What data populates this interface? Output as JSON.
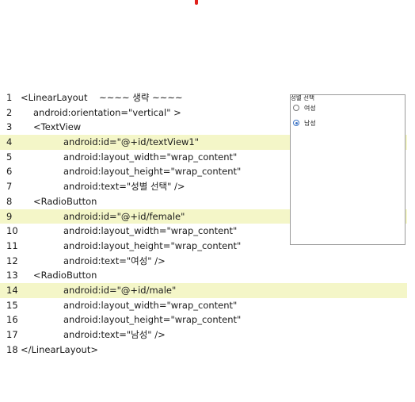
{
  "code": {
    "lines": [
      {
        "no": "1",
        "text": "<LinearLayout    ~~~~ 생략 ~~~~"
      },
      {
        "no": "2",
        "text": "android:orientation=\"vertical\" >"
      },
      {
        "no": "3",
        "text": "<TextView"
      },
      {
        "no": "4",
        "text": "android:id=\"@+id/textView1\""
      },
      {
        "no": "5",
        "text": "android:layout_width=\"wrap_content\""
      },
      {
        "no": "6",
        "text": "android:layout_height=\"wrap_content\""
      },
      {
        "no": "7",
        "text": "android:text=\"성별 선택\" />"
      },
      {
        "no": "8",
        "text": "<RadioButton"
      },
      {
        "no": "9",
        "text": "android:id=\"@+id/female\""
      },
      {
        "no": "10",
        "text": "android:layout_width=\"wrap_content\""
      },
      {
        "no": "11",
        "text": "android:layout_height=\"wrap_content\""
      },
      {
        "no": "12",
        "text": "android:text=\"여성\" />"
      },
      {
        "no": "13",
        "text": "<RadioButton"
      },
      {
        "no": "14",
        "text": "android:id=\"@+id/male\""
      },
      {
        "no": "15",
        "text": "android:layout_width=\"wrap_content\""
      },
      {
        "no": "16",
        "text": "android:layout_height=\"wrap_content\""
      },
      {
        "no": "17",
        "text": "android:text=\"남성\" />"
      },
      {
        "no": "18",
        "text": "</LinearLayout>"
      }
    ],
    "highlighted_lines": [
      "4",
      "9",
      "14"
    ],
    "highlight_color": "#f4f6c8"
  },
  "preview": {
    "title": "성별 선택",
    "options": [
      {
        "label": "여성",
        "checked": false
      },
      {
        "label": "남성",
        "checked": true
      }
    ],
    "accent_color": "#3f76c6"
  }
}
